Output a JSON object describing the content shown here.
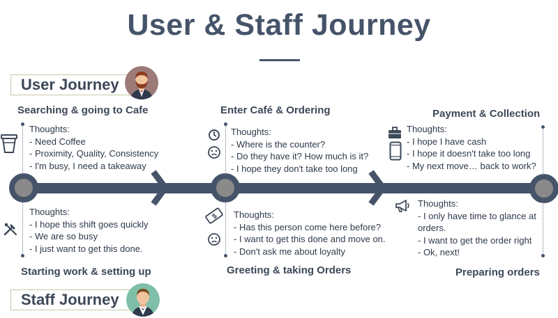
{
  "title": "User & Staff Journey",
  "colors": {
    "primary": "#46546a",
    "node_fill": "#8a8a8a",
    "label_border": "#c5c9a8"
  },
  "user_journey": {
    "label": "User Journey",
    "avatar": "bearded-man-avatar",
    "stages": [
      {
        "name": "Searching & going to Cafe",
        "icon": "coffee-cup-icon",
        "thoughts_title": "Thoughts:",
        "thoughts": [
          "- Need Coffee",
          "- Proximity, Quality, Consistency",
          "- I'm busy, I need a takeaway"
        ]
      },
      {
        "name": "Enter Café & Ordering",
        "icons": [
          "clock-icon",
          "frown-face-icon"
        ],
        "thoughts_title": "Thoughts:",
        "thoughts": [
          "- Where is the counter?",
          "- Do they have it? How much is it?",
          "- I hope they don't take too long"
        ]
      },
      {
        "name": "Payment & Collection",
        "icons": [
          "briefcase-icon",
          "smartphone-icon"
        ],
        "thoughts_title": "Thoughts:",
        "thoughts": [
          "- I hope I have cash",
          "- I hope it doesn't take too long",
          "- My next move… back to work?"
        ]
      }
    ]
  },
  "staff_journey": {
    "label": "Staff Journey",
    "avatar": "waiter-avatar",
    "stages": [
      {
        "name": "Starting work & setting up",
        "icon": "tools-icon",
        "thoughts_title": "Thoughts:",
        "thoughts": [
          "- I hope this shift goes quickly",
          "- We are so busy",
          "- I just want to get this done."
        ]
      },
      {
        "name": "Greeting & taking Orders",
        "icons": [
          "money-icon",
          "frown-face-icon"
        ],
        "thoughts_title": "Thoughts:",
        "thoughts": [
          "- Has this person come here before?",
          "- I want to get this done and move on.",
          "- Don't ask me about loyalty"
        ]
      },
      {
        "name": "Preparing orders",
        "icon": "megaphone-icon",
        "thoughts_title": "Thoughts:",
        "thoughts": [
          "- I only have time to glance at",
          "orders.",
          "- I want to get the order right",
          "- Ok, next!"
        ]
      }
    ]
  }
}
